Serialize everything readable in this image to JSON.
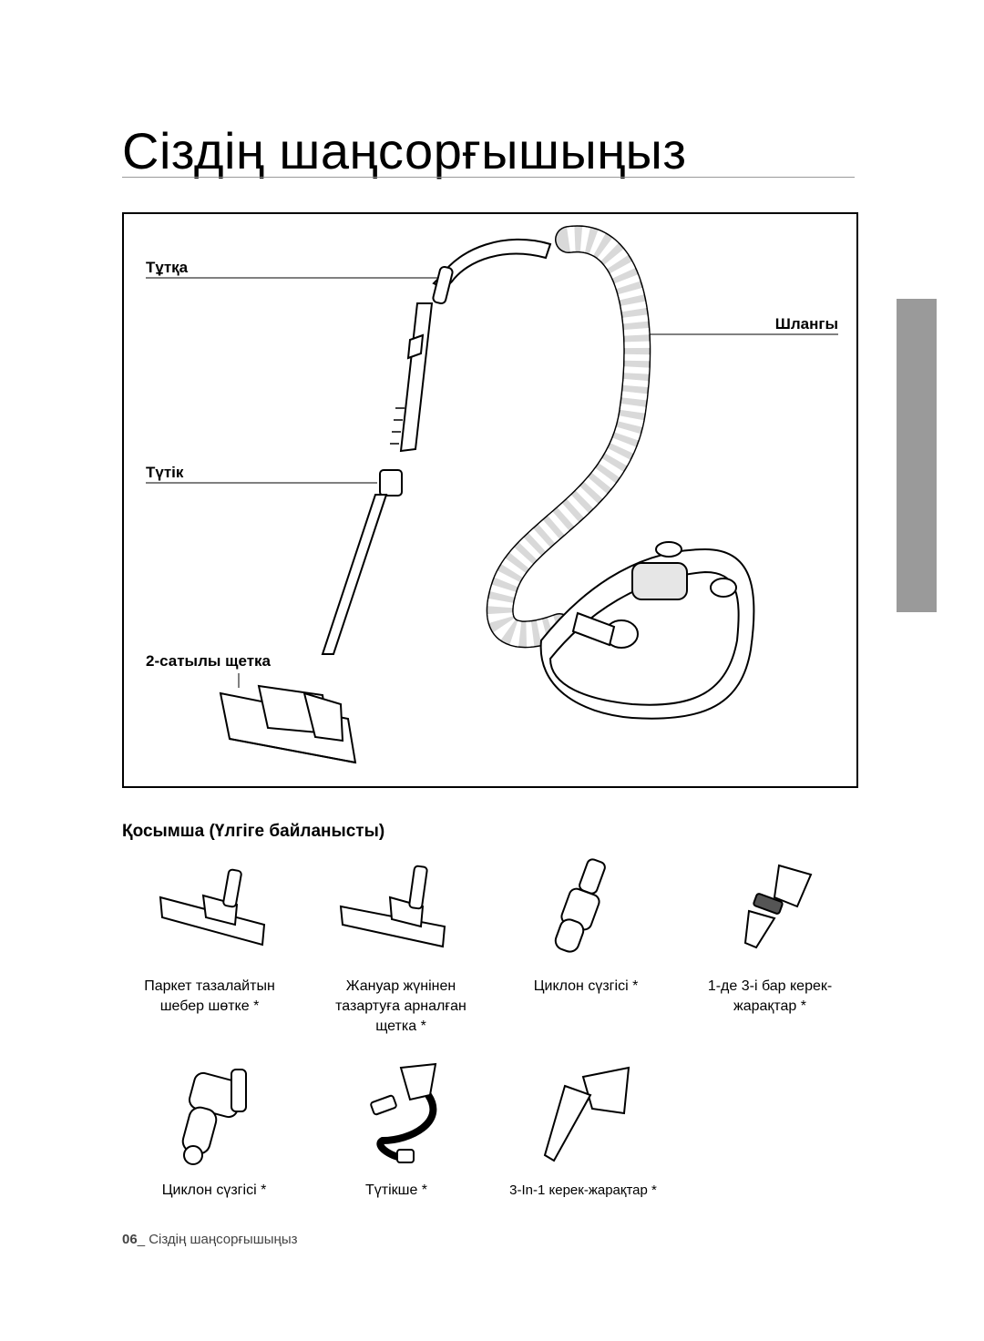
{
  "page": {
    "title": "Сіздің шаңсорғышыңыз"
  },
  "diagram": {
    "labels": {
      "handle": "Тұтқа",
      "hose": "Шлангы",
      "pipe": "Түтік",
      "brush": "2-сатылы щетка"
    }
  },
  "accessories": {
    "heading": "Қосымша (Үлгіге байланысты)",
    "row1": [
      {
        "line1": "Паркет тазалайтын",
        "line2": "шебер шөтке *",
        "line3": ""
      },
      {
        "line1": "Жануар жүнінен",
        "line2": "тазартуға арналған",
        "line3": "щетка *"
      },
      {
        "line1": "Циклон сүзгісі *",
        "line2": "",
        "line3": ""
      },
      {
        "line1": "1-де 3-і бар керек-",
        "line2": "жарақтар *",
        "line3": ""
      }
    ],
    "row2": [
      {
        "line1": "Циклон сүзгісі *"
      },
      {
        "line1": "Түтікше *"
      },
      {
        "line1": "3-In-1 керек-жарақтар *"
      }
    ]
  },
  "footer": {
    "page_number": "06",
    "separator": "_ ",
    "text": "Сіздің шаңсорғышыңыз"
  },
  "colors": {
    "rule": "#9a9a9a",
    "side_tab": "#9a9a9a",
    "hose_fill": "#d9d9d9"
  }
}
